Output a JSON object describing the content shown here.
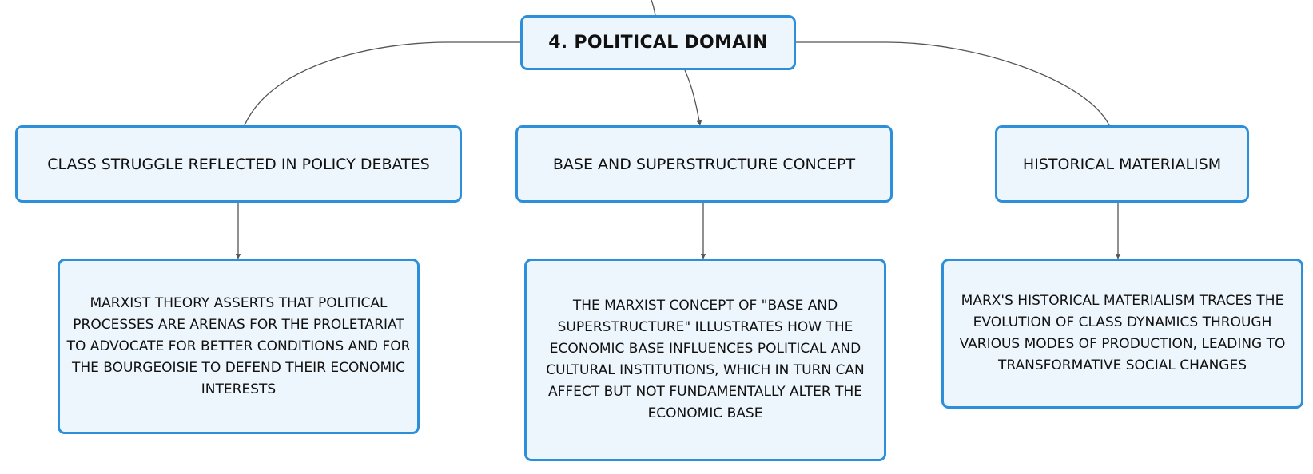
{
  "diagram": {
    "root": {
      "label": "4. POLITICAL DOMAIN"
    },
    "branches": [
      {
        "label": "CLASS STRUGGLE REFLECTED IN POLICY DEBATES",
        "detail": "MARXIST THEORY ASSERTS THAT POLITICAL PROCESSES ARE ARENAS FOR THE PROLETARIAT TO ADVOCATE FOR BETTER CONDITIONS AND FOR THE BOURGEOISIE TO DEFEND THEIR ECONOMIC INTERESTS"
      },
      {
        "label": "BASE AND SUPERSTRUCTURE CONCEPT",
        "detail": "THE MARXIST CONCEPT OF \"BASE AND SUPERSTRUCTURE\" ILLUSTRATES HOW THE ECONOMIC BASE INFLUENCES POLITICAL AND CULTURAL INSTITUTIONS, WHICH IN TURN CAN AFFECT BUT NOT FUNDAMENTALLY ALTER THE ECONOMIC BASE"
      },
      {
        "label": "HISTORICAL MATERIALISM",
        "detail": "MARX'S HISTORICAL MATERIALISM TRACES THE EVOLUTION OF CLASS DYNAMICS THROUGH VARIOUS MODES OF PRODUCTION, LEADING TO TRANSFORMATIVE SOCIAL CHANGES"
      }
    ],
    "colors": {
      "node_border": "#2d8fd9",
      "node_fill": "#eef6fd",
      "connector": "#555555",
      "text": "#111111"
    }
  }
}
